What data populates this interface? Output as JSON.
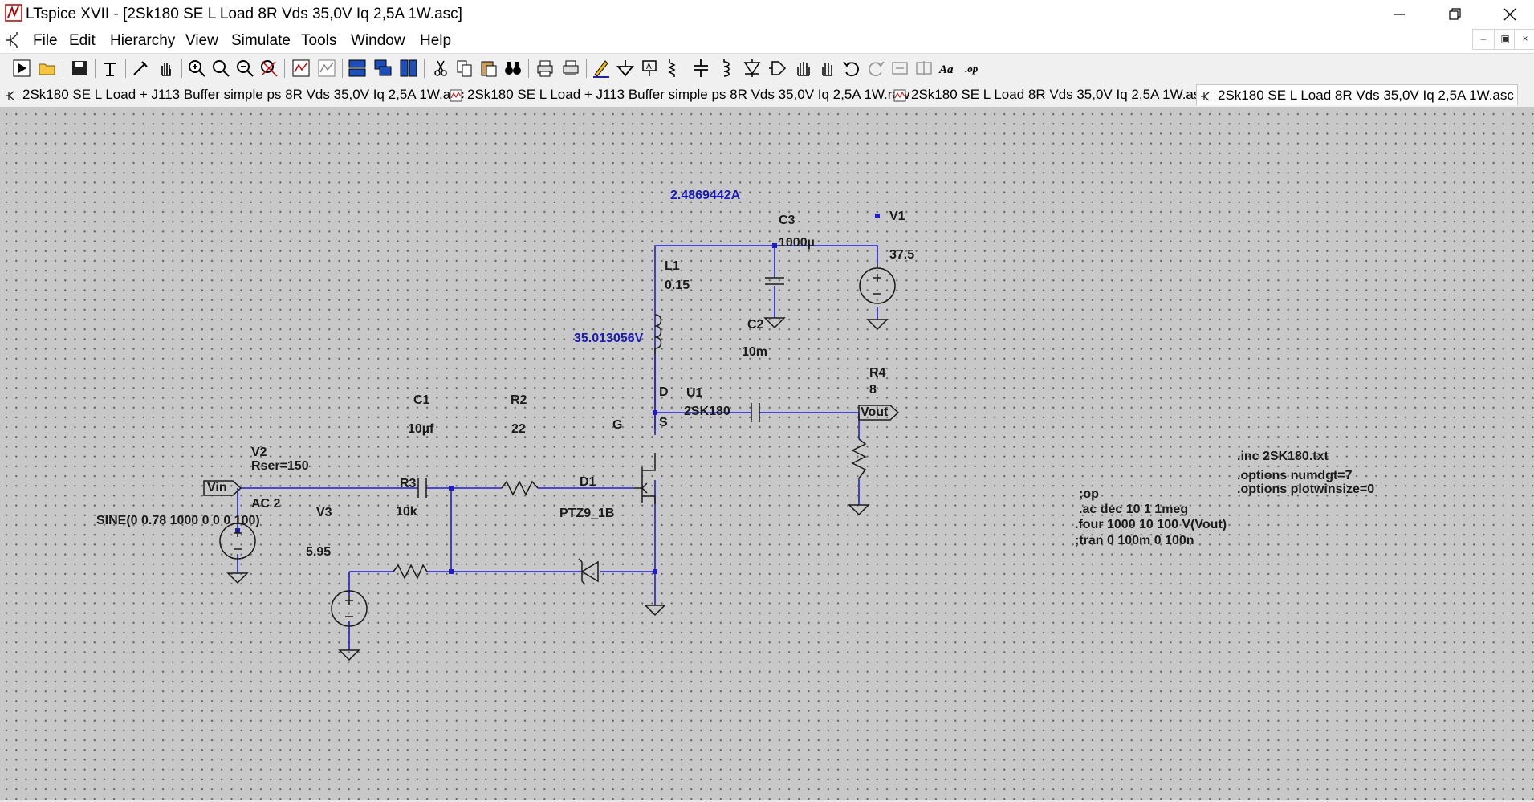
{
  "window": {
    "title": "LTspice XVII - [2Sk180 SE L Load 8R Vds 35,0V Iq 2,5A 1W.asc]"
  },
  "menu": {
    "items": [
      "File",
      "Edit",
      "Hierarchy",
      "View",
      "Simulate",
      "Tools",
      "Window",
      "Help"
    ]
  },
  "tabs": [
    {
      "label": "2Sk180 SE L Load + J113 Buffer simple ps 8R Vds 35,0V Iq 2,5A 1W.asc",
      "icon": "schematic-icon",
      "active": false
    },
    {
      "label": "2Sk180 SE L Load + J113 Buffer simple ps 8R Vds 35,0V Iq 2,5A 1W.raw",
      "icon": "waveform-icon",
      "active": false
    },
    {
      "label": "2Sk180 SE L Load 8R Vds 35,0V Iq 2,5A 1W.asc",
      "icon": "waveform-icon",
      "active": false
    },
    {
      "label": "2Sk180 SE L Load 8R Vds 35,0V Iq 2,5A 1W.asc",
      "icon": "schematic-icon",
      "active": true
    }
  ],
  "colors": {
    "wire": "#1e1ec8",
    "component": "#1a1a1a",
    "background": "#c8c8c8",
    "annotation_blue": "#1919b4"
  },
  "schematic": {
    "operating_point": {
      "current": "2.4869442A",
      "drain_voltage": "35.013056V"
    },
    "components": {
      "v1": {
        "name": "V1",
        "value": "37.5"
      },
      "c3": {
        "name": "C3",
        "value": "1000µ"
      },
      "l1": {
        "name": "L1",
        "value": "0.15"
      },
      "c2": {
        "name": "C2",
        "value": "10m"
      },
      "r4": {
        "name": "R4",
        "value": "8"
      },
      "u1": {
        "name": "U1",
        "value": "2SK180",
        "pin_d": "D",
        "pin_g": "G",
        "pin_s": "S"
      },
      "c1": {
        "name": "C1",
        "value": "10µf"
      },
      "r2": {
        "name": "R2",
        "value": "22"
      },
      "v2": {
        "name": "V2",
        "rser": "Rser=150",
        "ac": "AC 2",
        "sine": "SINE(0 0.78 1000 0 0 0 100)"
      },
      "r3": {
        "name": "R3",
        "value": "10k"
      },
      "v3": {
        "name": "V3",
        "value": "5.95"
      },
      "d1": {
        "name": "D1",
        "value": "PTZ9_1B"
      }
    },
    "net_labels": {
      "vout": "Vout",
      "vin": "Vin"
    },
    "directives_right": [
      ".inc 2SK180.txt",
      ".options numdgt=7",
      ".options plotwinsize=0"
    ],
    "directives_left": [
      ";op",
      ".ac dec 10 1 1meg",
      ".four 1000 10 100 V(Vout)",
      ";tran 0 100m 0 100n"
    ]
  }
}
